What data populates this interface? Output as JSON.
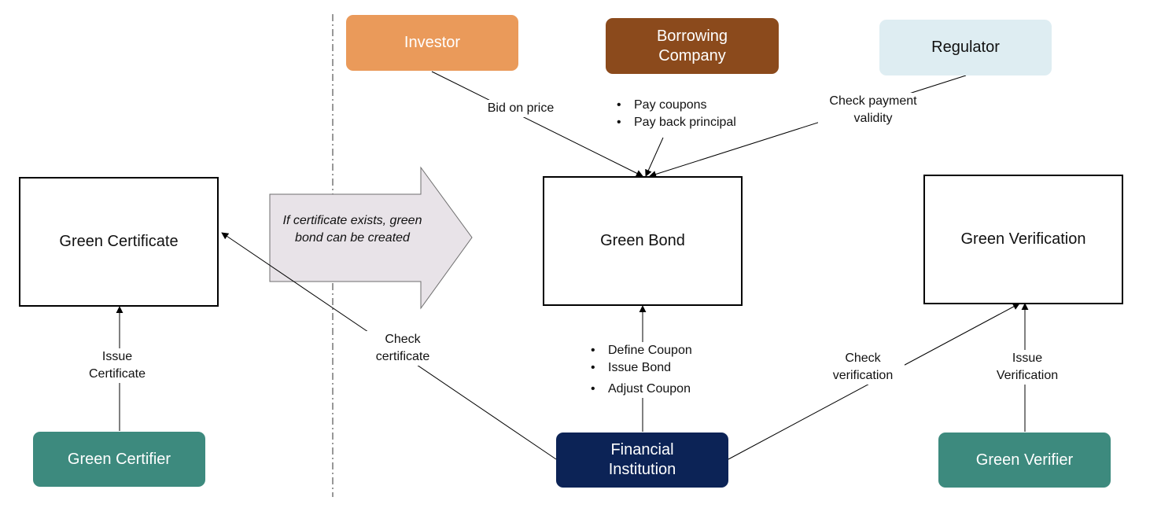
{
  "colors": {
    "investor": "#ea9a5a",
    "borrowing_company": "#8b4a1c",
    "regulator": "#deedf2",
    "certifier": "#3d8a7e",
    "financial_institution": "#0c2356",
    "verifier": "#3d8a7e",
    "process_arrow_fill": "#e8e3e8",
    "process_arrow_stroke": "#6e6e6e",
    "divider": "#777777"
  },
  "actors": {
    "investor": "Investor",
    "borrowing_company": "Borrowing Company",
    "regulator": "Regulator",
    "green_certifier": "Green Certifier",
    "financial_institution": "Financial Institution",
    "green_verifier": "Green Verifier"
  },
  "components": {
    "green_certificate": "Green Certificate",
    "green_bond": "Green Bond",
    "green_verification": "Green Verification"
  },
  "process_arrow": {
    "text": "If certificate exists, green bond can be created"
  },
  "labels": {
    "bid_on_price": "Bid on price",
    "borrower_actions": [
      "Pay coupons",
      "Pay back principal"
    ],
    "check_payment_validity": "Check payment validity",
    "issue_certificate": "Issue Certificate",
    "check_certificate": "Check certificate",
    "fi_actions": [
      "Define Coupon",
      "Issue Bond",
      "Adjust Coupon"
    ],
    "check_verification": "Check verification",
    "issue_verification": "Issue Verification"
  }
}
